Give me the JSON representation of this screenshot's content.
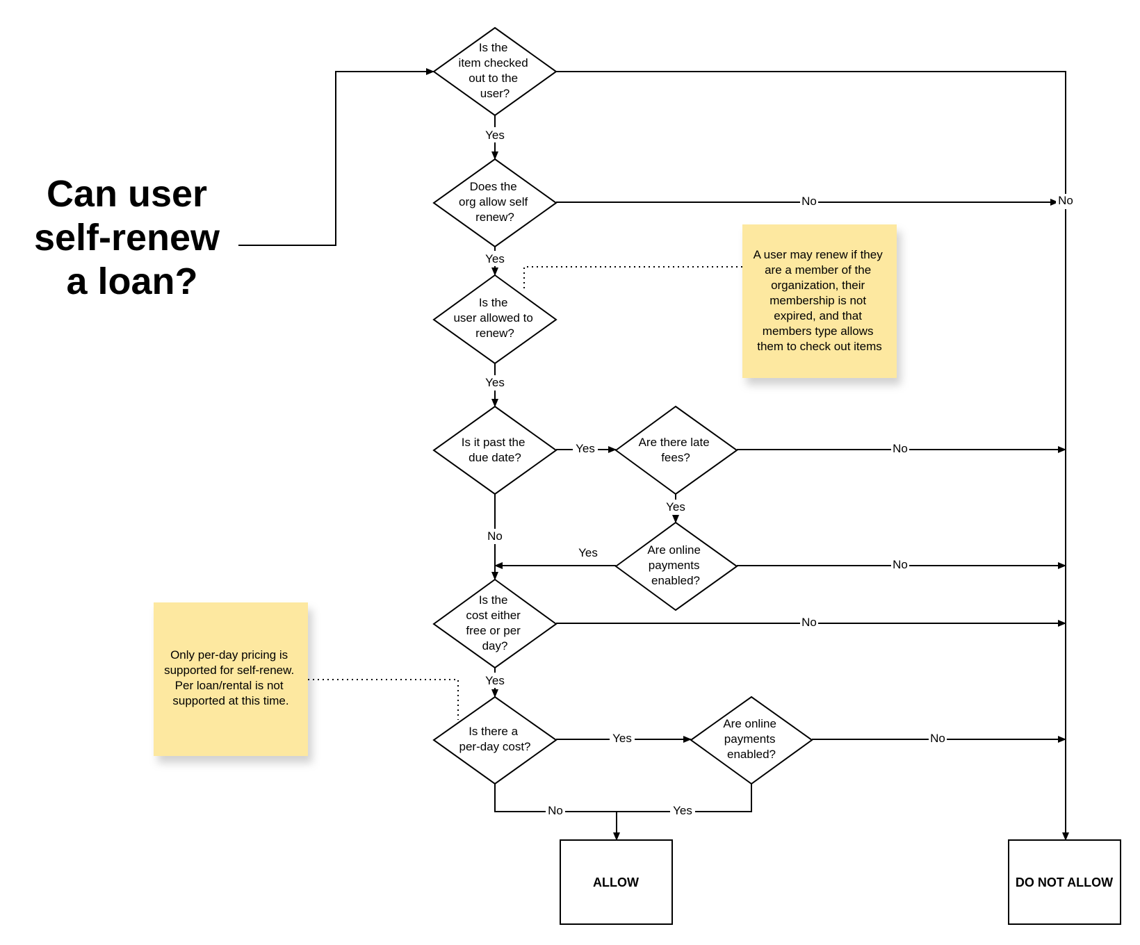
{
  "title": [
    "Can user",
    "self-renew",
    "a loan?"
  ],
  "decisions": {
    "checked_out": [
      "Is the",
      "item checked",
      "out to the",
      "user?"
    ],
    "org_allow": [
      "Does the",
      "org allow self",
      "renew?"
    ],
    "user_allowed": [
      "Is the",
      "user allowed to",
      "renew?"
    ],
    "past_due": [
      "Is it past the",
      "due date?"
    ],
    "late_fees": [
      "Are there late",
      "fees?"
    ],
    "online_pay_1": [
      "Are online",
      "payments",
      "enabled?"
    ],
    "cost_free": [
      "Is the",
      "cost either",
      "free or per",
      "day?"
    ],
    "per_day": [
      "Is there a",
      "per-day cost?"
    ],
    "online_pay_2": [
      "Are online",
      "payments",
      "enabled?"
    ]
  },
  "terminals": {
    "allow": "ALLOW",
    "deny": "DO NOT ALLOW"
  },
  "labels": {
    "yes": "Yes",
    "no": "No"
  },
  "notes": {
    "membership": [
      "A user may renew if they",
      "are a member of the",
      "organization, their",
      "membership is not",
      "expired, and that",
      "members type allows",
      "them to check out items"
    ],
    "pricing": [
      "Only per-day pricing is",
      "supported for self-renew.",
      "Per loan/rental is not",
      "supported at this time."
    ]
  },
  "colors": {
    "note_fill": "#fde8a0",
    "stroke": "#000000"
  }
}
